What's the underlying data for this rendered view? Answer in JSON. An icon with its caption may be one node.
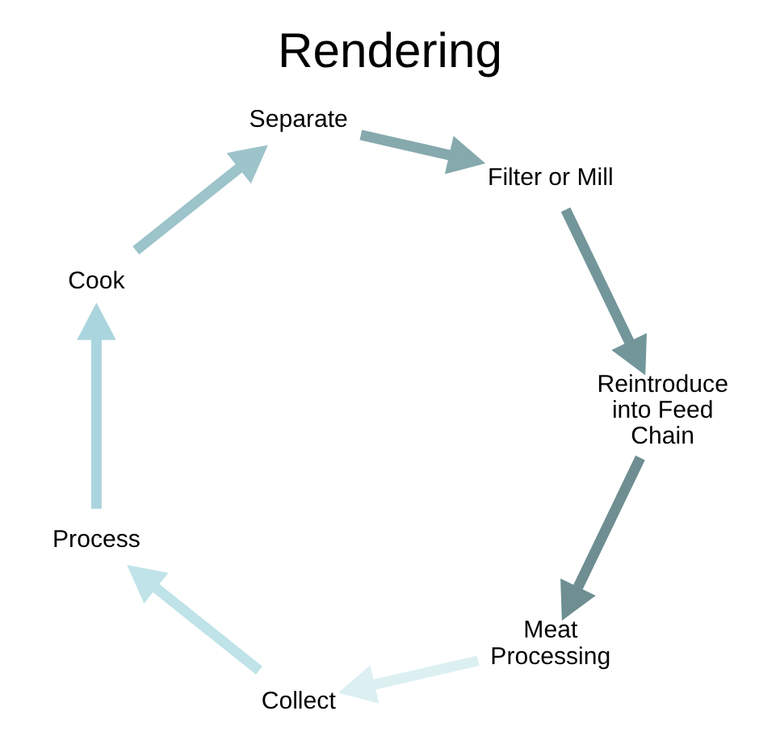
{
  "diagram": {
    "title": "Rendering",
    "nodes": [
      {
        "text": [
          "Meat Processing"
        ]
      },
      {
        "text": [
          "Collect"
        ]
      },
      {
        "text": [
          "Process"
        ]
      },
      {
        "text": [
          "Cook"
        ]
      },
      {
        "text": [
          "Separate"
        ]
      },
      {
        "text": [
          "Filter or Mill"
        ]
      },
      {
        "text": [
          "Reintroduce into Feed Chain"
        ]
      }
    ],
    "edges": [
      {
        "from": 0,
        "to": 1,
        "arrow": "to",
        "color": "#dcf0f2"
      },
      {
        "from": 1,
        "to": 2,
        "arrow": "to",
        "color": "#bfe3e8"
      },
      {
        "from": 2,
        "to": 3,
        "arrow": "to",
        "color": "#abd5de"
      },
      {
        "from": 3,
        "to": 4,
        "arrow": "to",
        "color": "#9dc4ca"
      },
      {
        "from": 4,
        "to": 5,
        "arrow": "to",
        "color": "#86a9ad"
      },
      {
        "from": 5,
        "to": 6,
        "arrow": "to",
        "color": "#73969a"
      },
      {
        "from": 6,
        "to": 0,
        "arrow": "to",
        "color": "#6e8e91"
      }
    ]
  }
}
